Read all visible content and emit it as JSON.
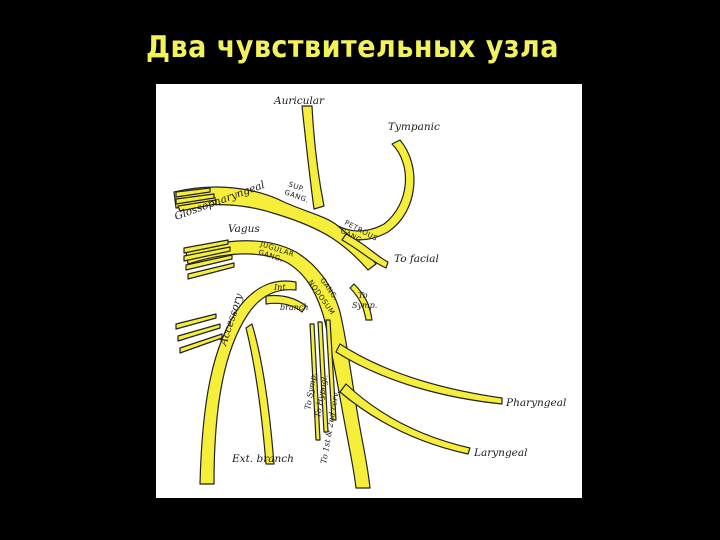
{
  "slide": {
    "title": "Два чувствительных узла"
  },
  "figure": {
    "colors": {
      "nerve_fill": "#f5ee3a",
      "nerve_outline": "#222222",
      "background": "#ffffff",
      "slide_bg": "#000000",
      "title": "#f2f25a"
    },
    "labels": {
      "auricular": "Auricular",
      "tympanic": "Tympanic",
      "glossopharyngeal": "Glossopharyngeal",
      "sup_gang_1": "SUP.",
      "sup_gang_2": "GANG.",
      "petrous_1": "PETROUS",
      "petrous_2": "GANG.",
      "vagus": "Vagus",
      "jugular_1": "JUGULAR",
      "jugular_2": "GANG.",
      "to_facial": "To facial",
      "gang_nodosum_1": "GANG.",
      "gang_nodosum_2": "NODOSUM",
      "to_symp_1": "To",
      "to_symp_2": "Symp.",
      "int": "Int.",
      "branch": "branch",
      "accessory": "Accessory",
      "to_symp_v": "To Symp.",
      "to_hypogl": "To Hypogl.",
      "to_cerv": "To 1st & 2nd cerv.",
      "pharyngeal": "Pharyngeal",
      "laryngeal": "Laryngeal",
      "ext_branch": "Ext. branch"
    }
  }
}
